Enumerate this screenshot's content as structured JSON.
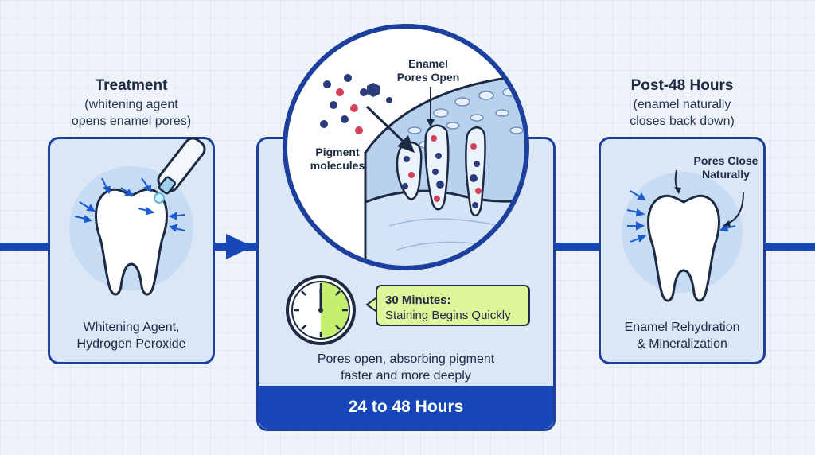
{
  "treatment": {
    "title": "Treatment",
    "subtitle_line1": "(whitening agent",
    "subtitle_line2": "opens enamel pores)",
    "caption_line1": "Whitening Agent,",
    "caption_line2": "Hydrogen Peroxide"
  },
  "middle": {
    "label_enamel_line1": "Enamel",
    "label_enamel_line2": "Pores Open",
    "label_pigment_line1": "Pigment",
    "label_pigment_line2": "molecules",
    "callout_line1": "30 Minutes:",
    "callout_line2": "Staining Begins Quickly",
    "caption_line1": "Pores open, absorbing pigment",
    "caption_line2": "faster and more deeply",
    "footer": "24 to 48 Hours"
  },
  "post": {
    "title": "Post-48 Hours",
    "subtitle_line1": "(enamel naturally",
    "subtitle_line2": "closes back down)",
    "label_line1": "Pores Close",
    "label_line2": "Naturally",
    "caption_line1": "Enamel Rehydration",
    "caption_line2": "& Mineralization"
  },
  "colors": {
    "accent_blue": "#1746b8",
    "panel_fill": "#dbe7f6",
    "callout_green": "#dff59a",
    "pigment_red": "#d8405a",
    "pigment_navy": "#2a3c7c"
  },
  "icons": [
    "tooth-icon",
    "applicator-icon",
    "clock-icon",
    "arrow-icon",
    "magnifier-lens"
  ]
}
